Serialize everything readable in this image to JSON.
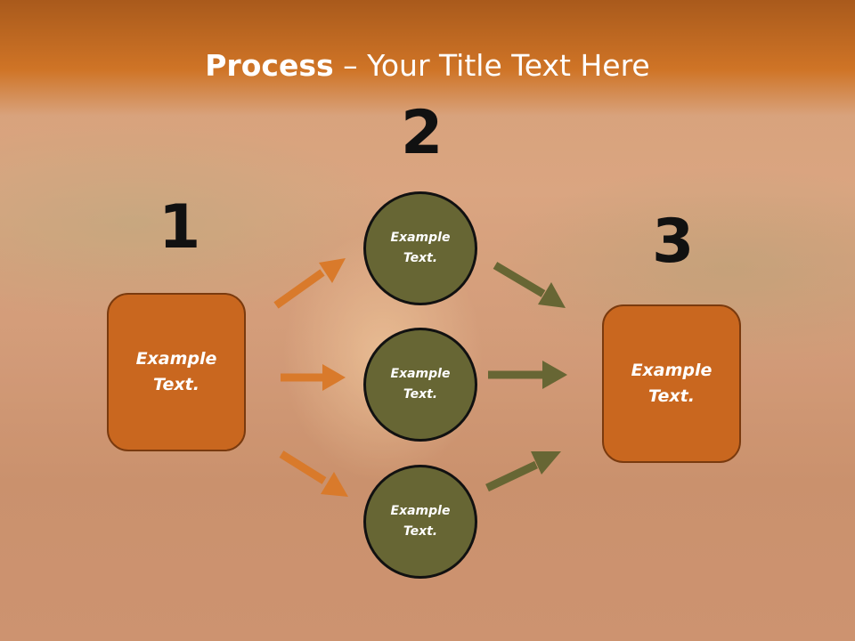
{
  "slide": {
    "title_bold": "Process",
    "title_rest": " – Your Title Text Here"
  },
  "steps": {
    "step1_number": "1",
    "step2_number": "2",
    "step3_number": "3"
  },
  "nodes": {
    "left_box": "Example\nText.",
    "circle_top": "Example\nText.",
    "circle_middle": "Example\nText.",
    "circle_bottom": "Example\nText.",
    "right_box": "Example\nText."
  },
  "colors": {
    "box_fill": "#c9671f",
    "circle_fill": "#676634",
    "orange_arrow": "#d97a2b",
    "olive_arrow": "#676634",
    "title_bar": "#cf7426"
  }
}
